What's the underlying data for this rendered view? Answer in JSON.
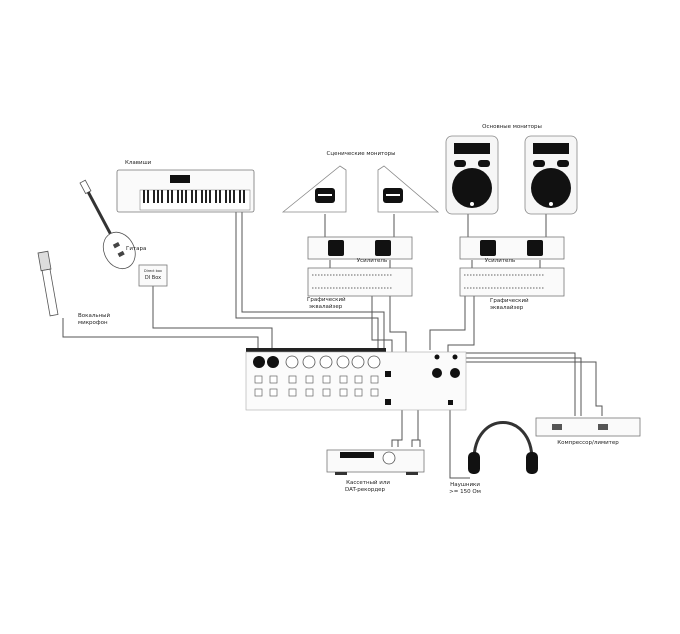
{
  "diagram": {
    "type": "audio-connection-schematic",
    "labels": {
      "keyboard": "Клавиши",
      "guitar": "Гитара",
      "di_box_top": "Direct box",
      "di_box": "DI Box",
      "vocal_mic_1": "Вокальный",
      "vocal_mic_2": "микрофон",
      "stage_monitors": "Сценические мониторы",
      "main_monitors": "Основные мониторы",
      "amp_left": "Усилитель",
      "amp_right": "Усилитель",
      "geq_left_1": "Графический",
      "geq_left_2": "эквалайзер",
      "geq_right_1": "Графический",
      "geq_right_2": "эквалайзер",
      "tape_1": "Кассетный или",
      "tape_2": "DAT-рекордер",
      "headphones_1": "Наушники",
      "headphones_2": ">= 150 Ом",
      "compressor": "Компрессор/лимитер"
    },
    "nodes": [
      {
        "id": "keyboard",
        "icon": "keyboard-icon"
      },
      {
        "id": "guitar",
        "icon": "guitar-icon"
      },
      {
        "id": "di-box",
        "icon": "di-box-icon"
      },
      {
        "id": "vocal-mic",
        "icon": "microphone-icon"
      },
      {
        "id": "stage-monitors",
        "icon": "wedge-monitor-icon"
      },
      {
        "id": "main-monitors",
        "icon": "speaker-icon"
      },
      {
        "id": "amplifiers",
        "icon": "amplifier-icon"
      },
      {
        "id": "graphic-eqs",
        "icon": "equalizer-icon"
      },
      {
        "id": "mixer",
        "icon": "mixer-icon"
      },
      {
        "id": "tape-recorder",
        "icon": "cassette-deck-icon"
      },
      {
        "id": "headphones",
        "icon": "headphones-icon"
      },
      {
        "id": "compressor",
        "icon": "compressor-icon"
      }
    ],
    "edges": [
      {
        "from": "keyboard",
        "to": "mixer"
      },
      {
        "from": "guitar",
        "to": "di-box"
      },
      {
        "from": "di-box",
        "to": "mixer"
      },
      {
        "from": "vocal-mic",
        "to": "mixer"
      },
      {
        "from": "mixer",
        "to": "graphic-eqs"
      },
      {
        "from": "graphic-eqs",
        "to": "amplifiers"
      },
      {
        "from": "amplifiers",
        "to": "stage-monitors"
      },
      {
        "from": "amplifiers",
        "to": "main-monitors"
      },
      {
        "from": "mixer",
        "to": "tape-recorder"
      },
      {
        "from": "mixer",
        "to": "headphones"
      },
      {
        "from": "mixer",
        "to": "compressor"
      }
    ]
  }
}
